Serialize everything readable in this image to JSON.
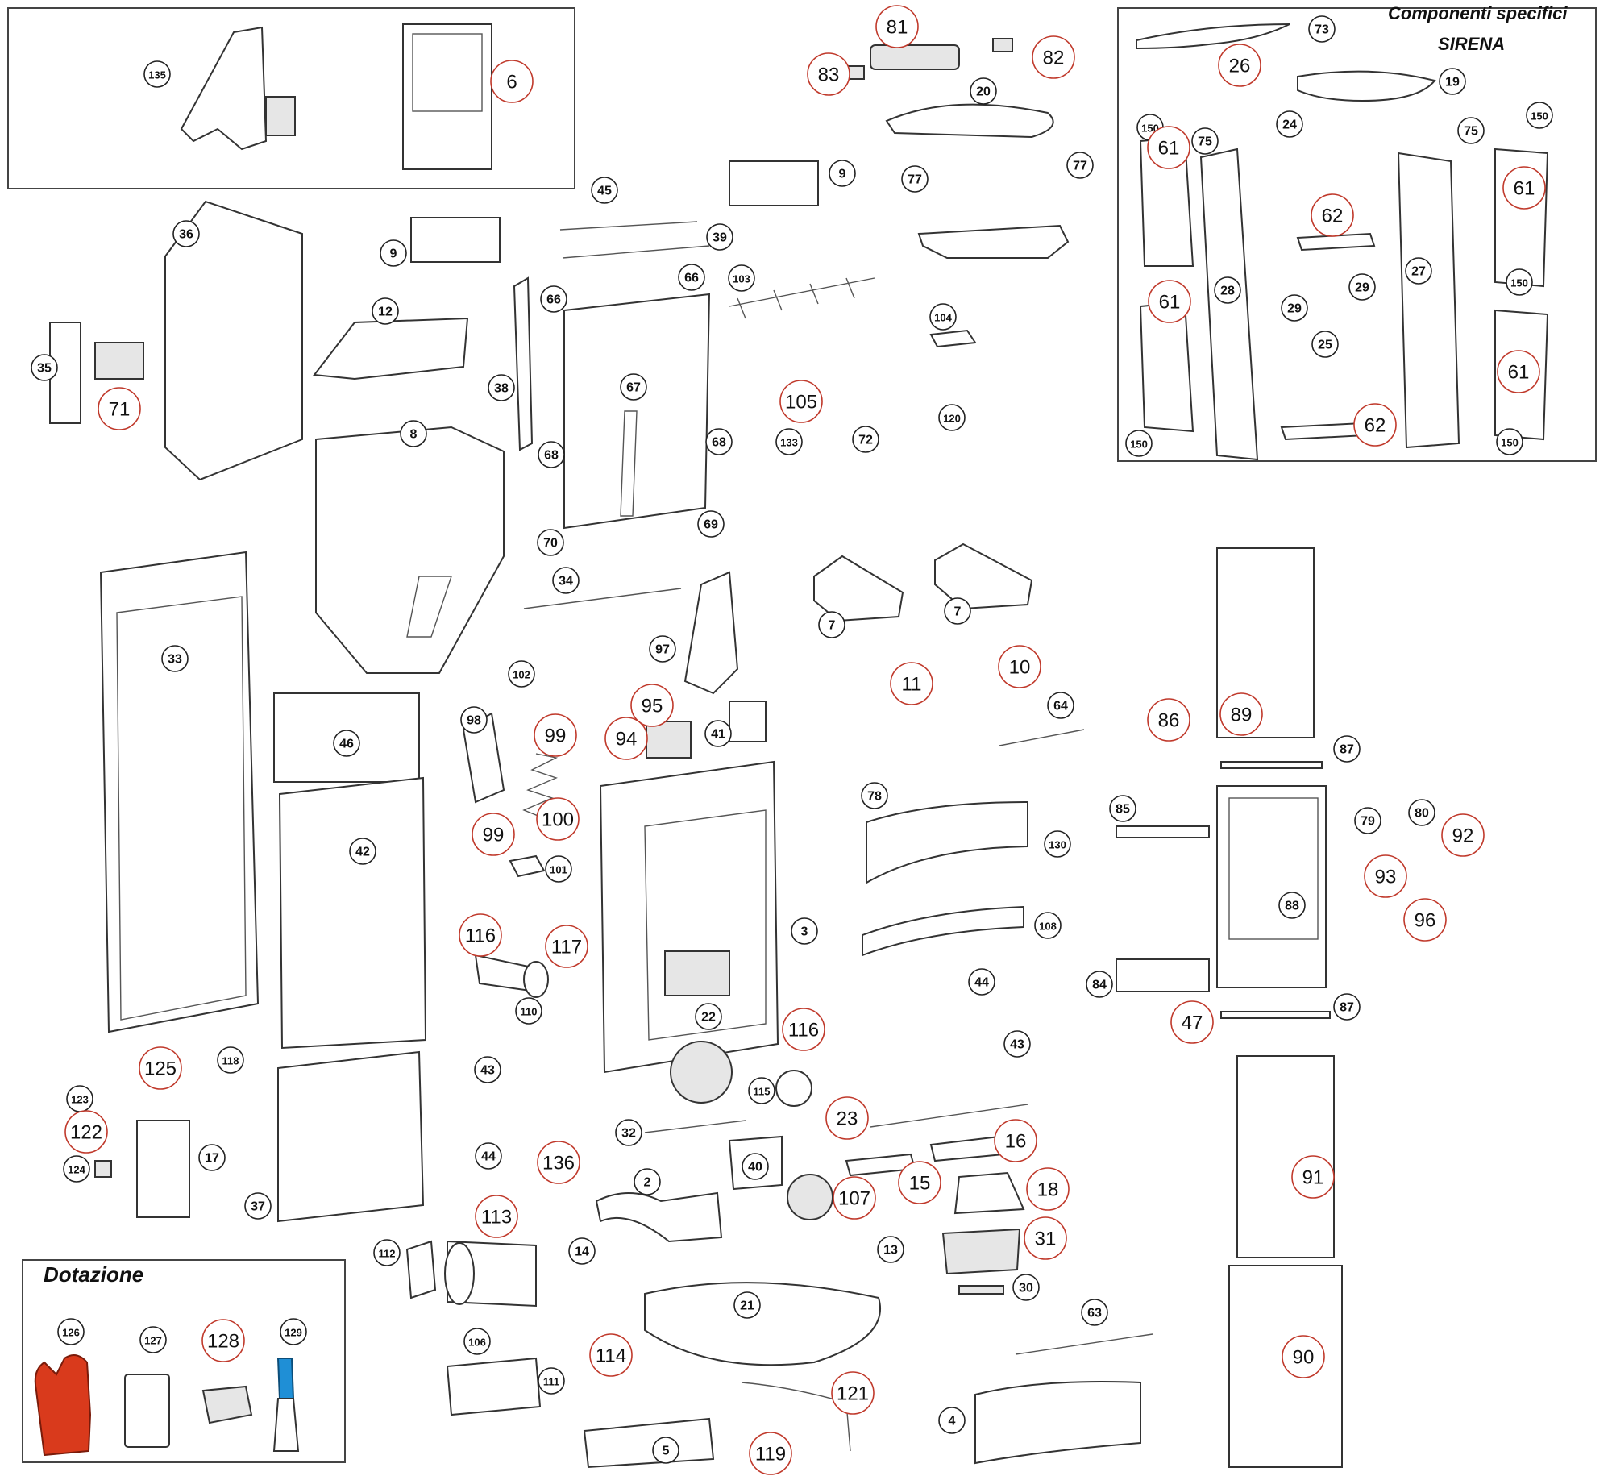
{
  "inset_titles": {
    "specific_components": "Componenti specifici",
    "model": "SIRENA",
    "supplied": "Dotazione"
  },
  "colors": {
    "callout_red": "#c0392b",
    "callout_black": "#222222",
    "glove": "#d93a1c",
    "scraper_handle": "#1f8fd6"
  },
  "callouts_large": [
    "135",
    "6",
    "81",
    "83",
    "82",
    "20",
    "77",
    "77",
    "36",
    "45",
    "9",
    "9",
    "39",
    "12",
    "35",
    "71",
    "38",
    "66",
    "66",
    "103",
    "104",
    "105",
    "67",
    "133",
    "72",
    "120",
    "68",
    "68",
    "8",
    "70",
    "69",
    "34",
    "33",
    "7",
    "7",
    "10",
    "11",
    "97",
    "102",
    "46",
    "95",
    "94",
    "41",
    "98",
    "99",
    "99",
    "100",
    "101",
    "42",
    "64",
    "78",
    "130",
    "108",
    "3",
    "116",
    "117",
    "110",
    "22",
    "116",
    "44",
    "43",
    "125",
    "118",
    "123",
    "122",
    "124",
    "17",
    "37",
    "43",
    "115",
    "32",
    "23",
    "16",
    "15",
    "44",
    "136",
    "40",
    "2",
    "107",
    "18",
    "113",
    "13",
    "14",
    "31",
    "112",
    "21",
    "30",
    "106",
    "111",
    "114",
    "63",
    "121",
    "4",
    "5",
    "119",
    "89",
    "86",
    "87",
    "85",
    "88",
    "79",
    "80",
    "92",
    "93",
    "96",
    "84",
    "47",
    "87",
    "91",
    "90",
    "126",
    "127",
    "128",
    "129"
  ],
  "callouts_inset": [
    "26",
    "73",
    "19",
    "24",
    "75",
    "75",
    "150",
    "150",
    "150",
    "150",
    "150",
    "61",
    "61",
    "61",
    "61",
    "62",
    "62",
    "28",
    "29",
    "29",
    "27",
    "25"
  ]
}
